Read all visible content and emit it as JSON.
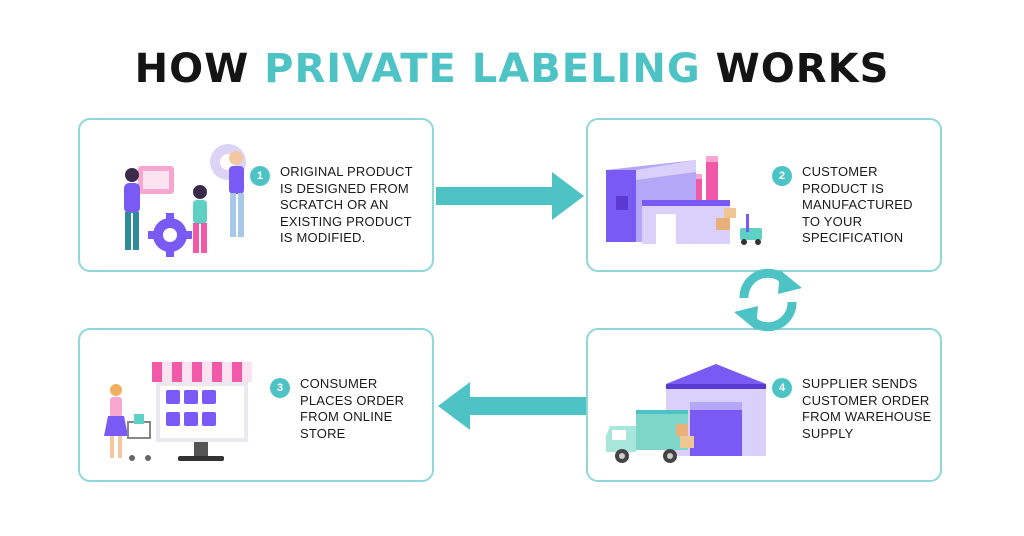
{
  "title": {
    "part1": "HOW ",
    "highlight": "PRIVATE LABELING",
    "part2": " WORKS"
  },
  "colors": {
    "accent": "#4ec3c5",
    "border": "#8fd7d8",
    "purple": "#7a5af5",
    "pink": "#f15aa8"
  },
  "steps": [
    {
      "number": "1",
      "text": "ORIGINAL PRODUCT IS DESIGNED FROM SCRATCH OR AN EXISTING PRODUCT IS MODIFIED."
    },
    {
      "number": "2",
      "text": "CUSTOMER PRODUCT IS MANUFACTURED TO YOUR SPECIFICATION"
    },
    {
      "number": "3",
      "text": "CONSUMER PLACES ORDER FROM ONLINE STORE"
    },
    {
      "number": "4",
      "text": "SUPPLIER SENDS CUSTOMER ORDER FROM WAREHOUSE SUPPLY"
    }
  ],
  "icons": {
    "design": "design-team-icon",
    "factory": "factory-icon",
    "cycle": "cycle-arrows-icon",
    "store": "online-store-icon",
    "warehouse": "warehouse-truck-icon"
  }
}
